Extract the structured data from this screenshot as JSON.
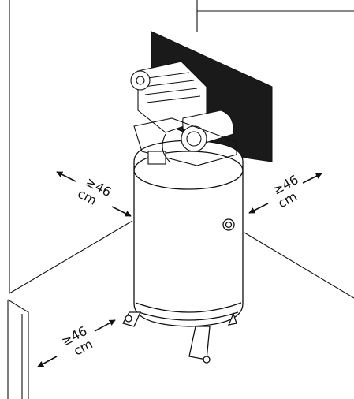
{
  "clearances": [
    {
      "value": "≥46",
      "unit": "cm"
    },
    {
      "value": "≥46",
      "unit": "cm"
    },
    {
      "value": "≥46",
      "unit": "cm"
    }
  ],
  "colors": {
    "line": "#111111",
    "panel": "#1a1a1a",
    "background": "#ffffff"
  }
}
